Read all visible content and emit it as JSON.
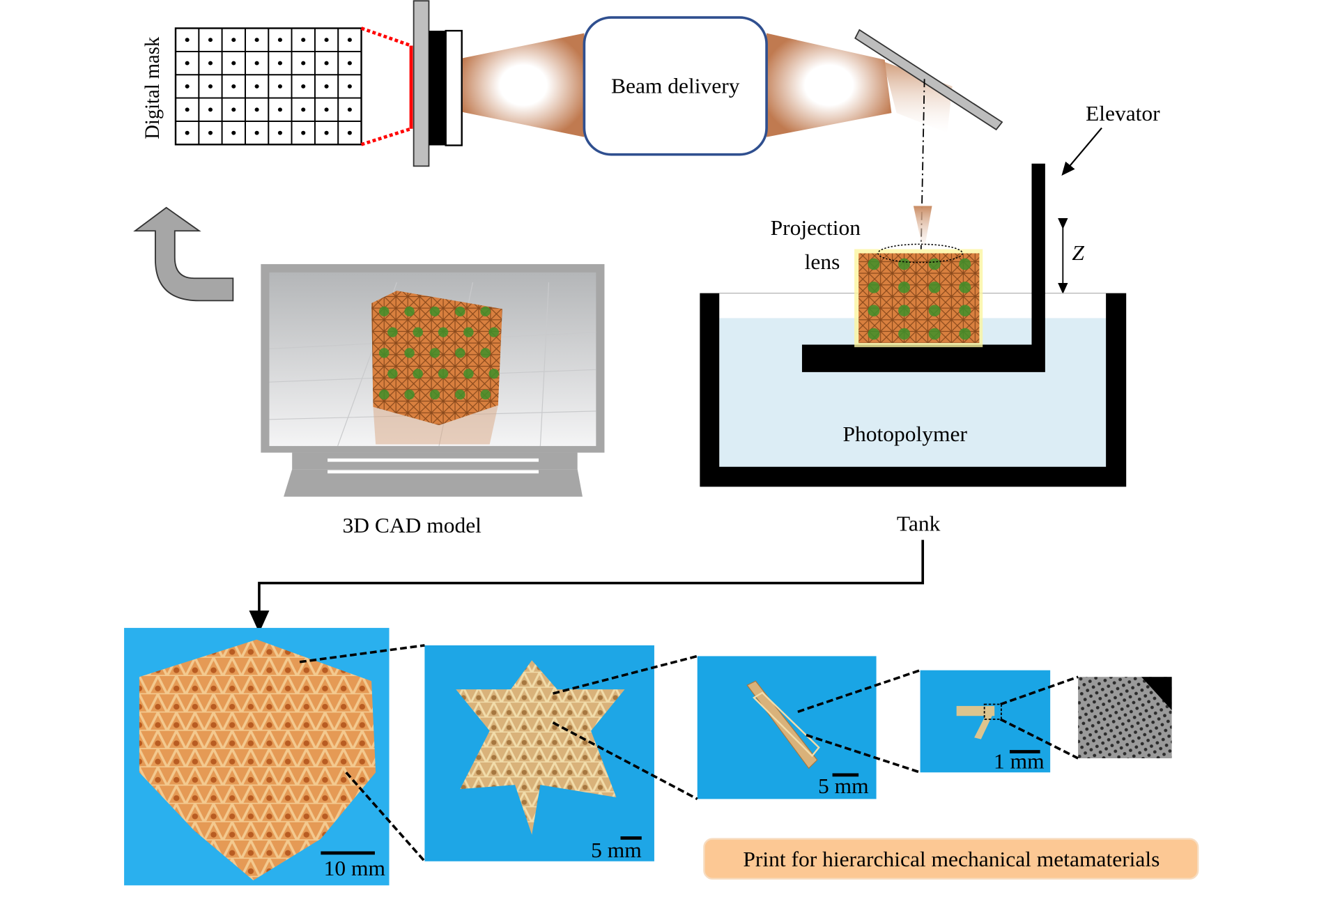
{
  "labels": {
    "digital_mask": "Digital mask",
    "beam_delivery": "Beam delivery",
    "elevator": "Elevator",
    "z_axis": "Z",
    "projection": "Projection",
    "lens": "lens",
    "photopolymer": "Photopolymer",
    "tank": "Tank",
    "cad_model": "3D CAD model"
  },
  "photos": [
    {
      "scale": "10 mm"
    },
    {
      "scale": "5 mm"
    },
    {
      "scale": "5 mm"
    },
    {
      "scale": "1 mm"
    }
  ],
  "caption": "Print for hierarchical mechanical metamaterials",
  "colors": {
    "photo_blue": "#1fa9e8",
    "caption_fill": "#fcc894",
    "resin": "#dcedf5",
    "beam_box_stroke": "#2f4f8f",
    "mask_edge": "#ff0000"
  }
}
